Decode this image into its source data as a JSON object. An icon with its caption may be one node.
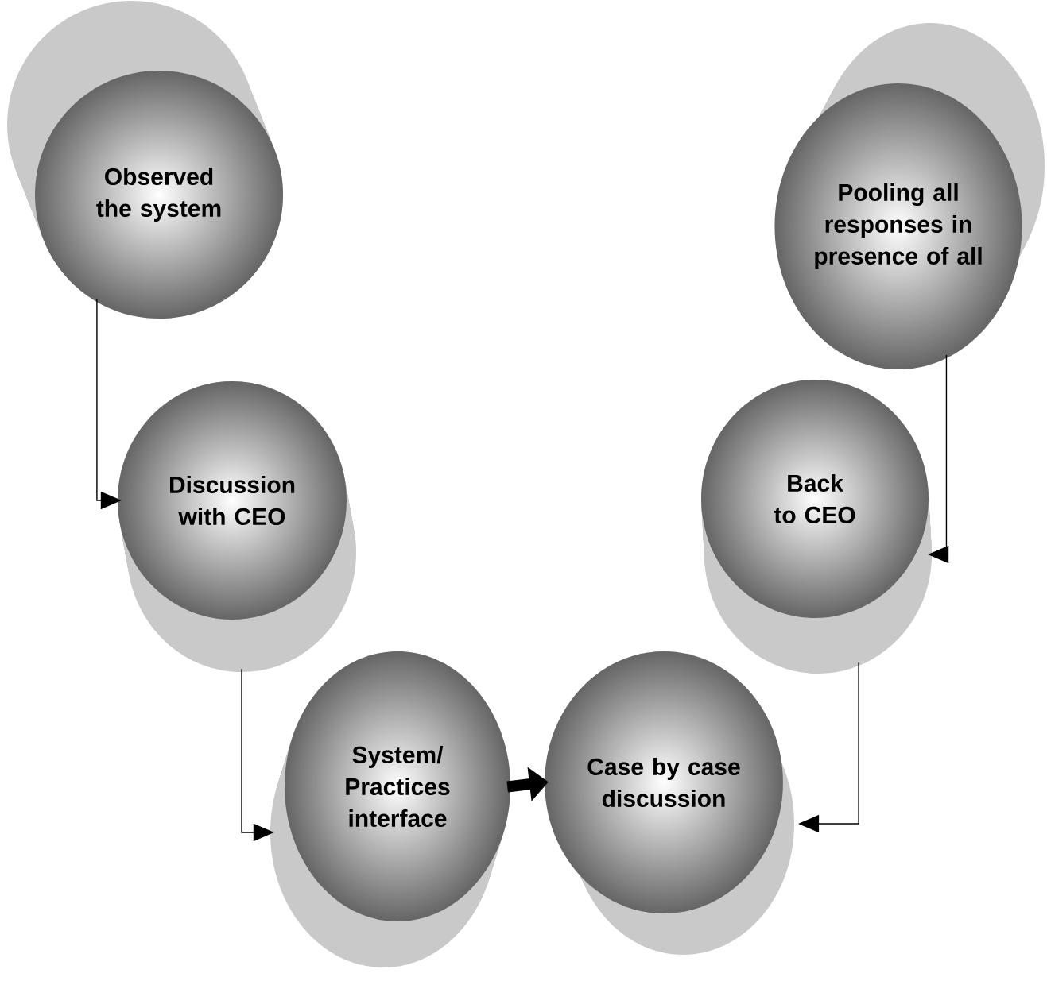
{
  "diagram": {
    "nodes": [
      {
        "text": [
          "Observed the system"
        ]
      },
      {
        "text": [
          "Discussion with CEO"
        ]
      },
      {
        "text": [
          "System/ Practices interface"
        ]
      },
      {
        "text": [
          "Case by case discussion"
        ]
      },
      {
        "text": [
          "Back to CEO"
        ]
      },
      {
        "text": [
          "Pooling all responses in presence of all"
        ]
      }
    ],
    "edges": [
      {
        "from": 0,
        "to": 1,
        "arrow": "to"
      },
      {
        "from": 1,
        "to": 2,
        "arrow": "to"
      },
      {
        "from": 2,
        "to": 3,
        "arrow": "to",
        "style": "thick"
      },
      {
        "from": 4,
        "to": 3,
        "arrow": "to"
      },
      {
        "from": 5,
        "to": 4,
        "arrow": "to"
      }
    ]
  }
}
